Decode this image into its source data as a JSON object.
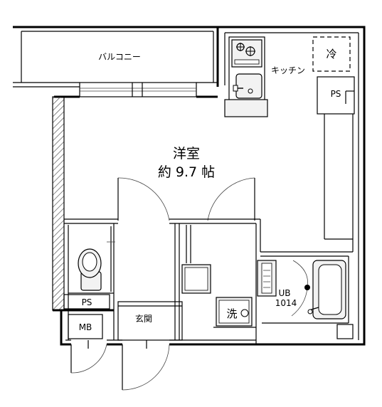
{
  "rooms": {
    "balcony": "バルコニー",
    "kitchen": "キッチン",
    "fridge": "冷",
    "ps_kitchen": "PS",
    "western_room": "洋室",
    "western_room_size": "約 9.7 帖",
    "ps_entry": "PS",
    "mb": "MB",
    "entrance": "玄関",
    "washer": "洗",
    "ub": "UB",
    "ub_size": "1014"
  }
}
